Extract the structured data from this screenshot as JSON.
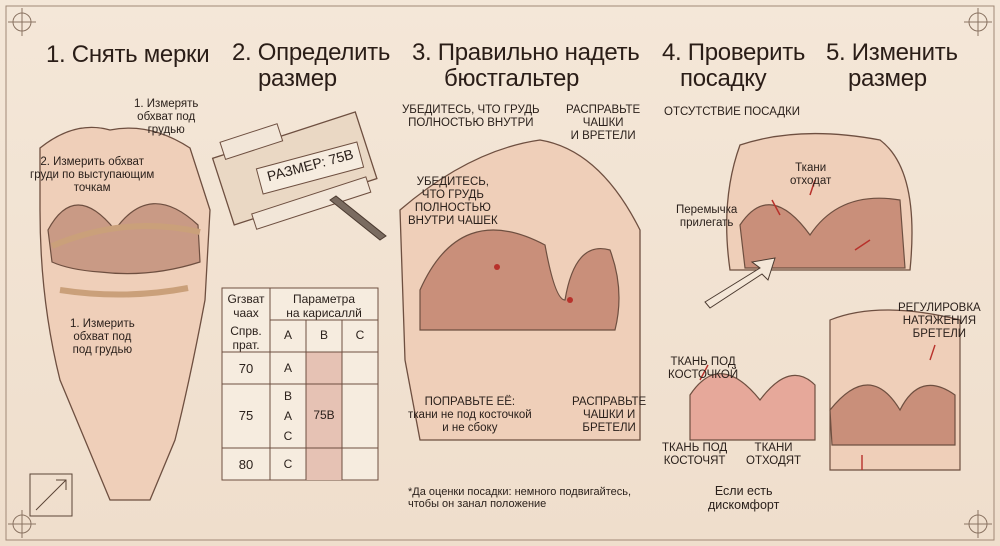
{
  "steps": [
    {
      "title_line1": "1. Снять мерки",
      "title_line2": ""
    },
    {
      "title_line1": "2. Определить",
      "title_line2": "размер"
    },
    {
      "title_line1": "3. Правильно надеть",
      "title_line2": "бюстгальтер"
    },
    {
      "title_line1": "4. Проверить",
      "title_line2": "посадку"
    },
    {
      "title_line1": "5. Изменить",
      "title_line2": "размер"
    }
  ],
  "step1": {
    "label_1": [
      "1. Измерять",
      "обхват под",
      "грудью"
    ],
    "label_2": [
      "2. Измерить обхват",
      "груди по выступающим",
      "точкам"
    ],
    "label_3": [
      "1. Измерить",
      "обхват под",
      "под грудью"
    ]
  },
  "step2": {
    "size_tag": "РАЗМЕР: 75В",
    "table": {
      "corner": [
        "Grзват",
        "чаах"
      ],
      "header_group": [
        "Параметра",
        "на карисаллй"
      ],
      "sub_corner": [
        "Спрв.",
        "прат."
      ],
      "cup_cols": [
        "А",
        "В",
        "С"
      ],
      "rows": [
        {
          "band": "70",
          "cups": [
            "А"
          ]
        },
        {
          "band": "75",
          "cups": [
            "В",
            "А",
            "С"
          ],
          "value": "75В"
        },
        {
          "band": "80",
          "cups": [
            "С"
          ]
        }
      ]
    }
  },
  "step3": {
    "top_left": [
      "УБЕДИТЕСЬ, ЧТО ГРУДЬ",
      "ПОЛНОСТЬЮ ВНУТРИ"
    ],
    "top_right": [
      "РАСПРАВЬТЕ",
      "ЧАШКИ",
      "И ВРЕТЕЛИ"
    ],
    "mid_left": [
      "УБЕДИТЕСЬ,",
      "ЧТО ГРУДЬ",
      "ПОЛНОСТЬЮ",
      "ВНУТРИ ЧАШЕК"
    ],
    "bottom_left": [
      "ПОПРАВЬТЕ ЕЁ:",
      "ткани не под косточкой",
      "и не сбоку"
    ],
    "bottom_right": [
      "РАСПРАВЬТЕ",
      "ЧАШКИ И",
      "БРЕТЕЛИ"
    ],
    "footnote": [
      "*Да оценки посадки: немного подвигайтесь,",
      "чтобы он занал положение"
    ]
  },
  "step4": {
    "caption": "ОТСУТСТВИЕ ПОСАДКИ",
    "fabric": [
      "Ткани",
      "отходат"
    ],
    "bridge": [
      "Перемычка",
      "прилегать"
    ]
  },
  "step5": {
    "strap": [
      "РЕГУЛИРОВКА",
      "НАТЯЖЕНИЯ",
      "БРЕТЕЛИ"
    ],
    "under_wire": [
      "ТКАНЬ ПОД",
      "КОСТОЧКОЙ"
    ],
    "wire_pull": [
      "ТКАНЬ ПОД",
      "КОСТОЧЯТ"
    ],
    "fabric_gap": [
      "ТКАНИ",
      "ОТХОДЯТ"
    ],
    "discomfort": [
      "Если есть",
      "дискомфорт"
    ]
  },
  "colors": {
    "paper": "#f1e3d3",
    "ink": "#2b211c",
    "skin": "#e8c9b3",
    "bra": "#c98f7a",
    "accent": "#b8312b"
  }
}
